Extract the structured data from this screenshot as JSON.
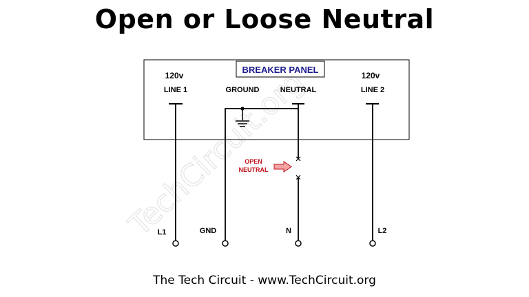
{
  "title": "Open or Loose Neutral",
  "footer": "The Tech Circuit - www.TechCircuit.org",
  "watermark": "TechCircuit.org",
  "panel": {
    "label": "BREAKER PANEL"
  },
  "top_labels": {
    "line1_voltage": "120v",
    "line1": "LINE 1",
    "ground": "GROUND",
    "neutral": "NEUTRAL",
    "line2_voltage": "120v",
    "line2": "LINE 2"
  },
  "bottom_labels": {
    "l1": "L1",
    "gnd": "GND",
    "n": "N",
    "l2": "L2"
  },
  "fault": {
    "line1": "OPEN",
    "line2": "NEUTRAL"
  },
  "colors": {
    "panel_label": "#1a1a8c",
    "fault_text": "#c0141c",
    "arrow_fill": "#f4a3a3",
    "arrow_stroke": "#c0141c"
  }
}
